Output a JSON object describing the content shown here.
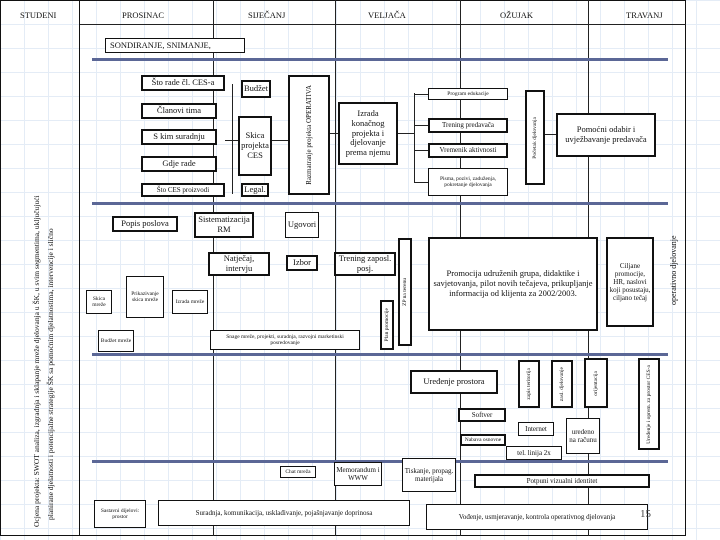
{
  "months": [
    "STUDENI",
    "PROSINAC",
    "SIJEČANJ",
    "VELJAČA",
    "OŽUJAK",
    "TRAVANJ"
  ],
  "left_note": [
    "Ocjena projekta: SWOT analiza, izgradnja i sklapanje mreže djelovanja u ŠK, u svim segmentima, uključujući",
    "planirane djelatnosti i potencijalne strategije ŠK sa pomoćnim djelatnostima, intervencije i slično"
  ],
  "right_note": "operativno djelovanje",
  "boxes": {
    "sondiranje": "SONDIRANJE, SNIMANJE,",
    "sto_rade": "Što rade čl. CES-a",
    "clanovi_tima": "Članovi tima",
    "s_kim_suradnju": "S kim suradnju",
    "gdje_rade": "Gdje rade",
    "sto_ces_proizvodi": "Što CES proizvodi",
    "budzet_top": "Budžet",
    "skica_projekta": "Skica projekta CES",
    "legal": "Legal.",
    "razmatranje": "Razmatranje projekta OPERATIVA",
    "izrada_projekta": "Izrada konačnog projekta i djelovanje prema njemu",
    "program_edukacije": "Program edukacije",
    "trening_predavaca": "Trening predavača",
    "vremenik": "Vremenik aktivnosti",
    "pisma": "Pisma, pozivi, zaduženja, pokretanje djelovanja",
    "pocetak_djelovanja": "Početak djelovanja",
    "pomocni_odabir": "Pomoćni odabir i uvježbavanje predavača",
    "popis_poslova": "Popis poslova",
    "sistematizacija": "Sistematizacija RM",
    "ugovori": "Ugovori",
    "natjecaj": "Natječaj, intervju",
    "izbor": "Izbor",
    "trening_zaposl": "Trening zaposl. posj.",
    "zp_terenu": "ZP na terenu",
    "promocija_main": "Promocija udruženih grupa, didaktike i savjetovanja, pilot novih tečajeva, prikupljanje informacija od klijenta za 2002/2003.",
    "ciljane_promocije": "Ciljane promocije, HR, naslovi koji posustaju, ciljano tečaj",
    "skica_mreze": "Skica mreže",
    "prikazivanje": "Prikazivanje skica mreže",
    "izrada_mreze": "Izrada mreže",
    "budzet_mreze": "Budžet mreže",
    "snage": "Snage mreže, projekti, suradnja, razvojni marketinski posredovanje",
    "plan_promocije": "Plan promocije",
    "zapis_teritorija": "zapis teritorija",
    "zasl_djelovanje": "zasl. djelovanje",
    "orijentacija": "orijentacija",
    "uredenje_prostora": "Uređenje prostora",
    "uredenje_oprem": "Uređenje i oprem. za prostor CES-a",
    "softver": "Softver",
    "internet": "Internet",
    "nabava_osnovne": "Nabava osnovne",
    "uredjeno_na_racunu": "uredeno na računu",
    "tel_linija": "tel. linija 2x",
    "chat_box": "Chat mreža",
    "memorandum": "Memorandum i WWW",
    "tiskanje": "Tiskanje, propag. materijala",
    "potpuni": "Potpuni vizualni identitet",
    "sastavni": "Sastavni dijelovi: prostor",
    "suradnja": "Suradnja, komunikacija, usklađivanje, pojašnjavanje doprinosa",
    "vodenje": "Vođenje, usmjeravanje, kontrola operativnog djelovanja"
  },
  "page_number": "15"
}
